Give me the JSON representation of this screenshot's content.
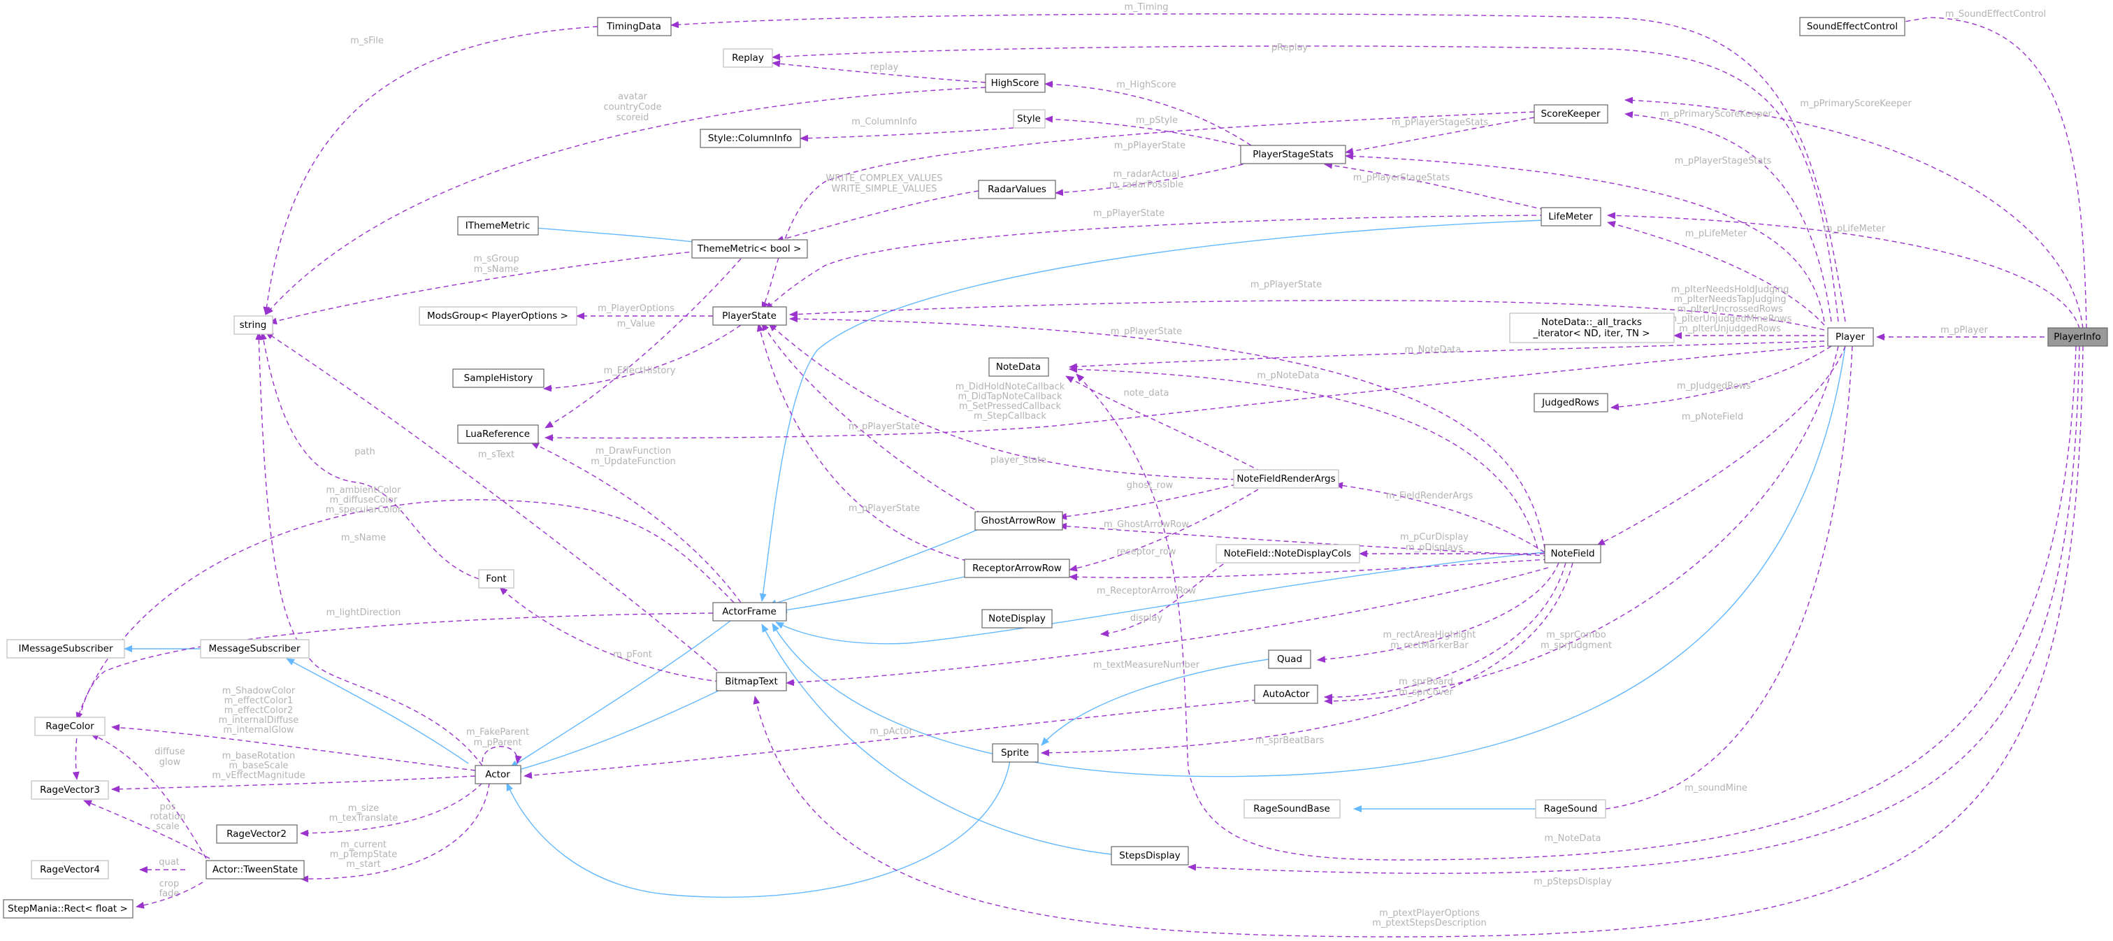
{
  "diagram_title": "PlayerInfo collaboration graph",
  "colors": {
    "usage_edge": "#9a32cd",
    "inheritance_edge": "#63b8ff",
    "label": "#b3b3b3",
    "focus_fill": "#999999"
  },
  "nodes": {
    "timingdata": "TimingData",
    "replay": "Replay",
    "highscore": "HighScore",
    "style": "Style",
    "style_columninfo": "Style::ColumnInfo",
    "radarvalues": "RadarValues",
    "ithememetric": "IThemeMetric",
    "thememetric_bool": "ThemeMetric< bool >",
    "string": "string",
    "modsgroup": "ModsGroup< PlayerOptions >",
    "playerstate": "PlayerState",
    "samplehistory": "SampleHistory",
    "luareference": "LuaReference",
    "notedata": "NoteData",
    "font": "Font",
    "imessagesubscriber": "IMessageSubscriber",
    "messagesubscriber": "MessageSubscriber",
    "ragecolor": "RageColor",
    "ragevector3": "RageVector3",
    "ragevector2": "RageVector2",
    "ragevector4": "RageVector4",
    "tweenstate": "Actor::TweenState",
    "rect_float": "StepMania::Rect< float >",
    "actor": "Actor",
    "actorframe": "ActorFrame",
    "bitmaptext": "BitmapText",
    "sprite": "Sprite",
    "stepsdisplay": "StepsDisplay",
    "ghostarrowrow": "GhostArrowRow",
    "receptorarrowrow": "ReceptorArrowRow",
    "notedisplay": "NoteDisplay",
    "notefieldrenderargs": "NoteFieldRenderArgs",
    "notedisplaycols": "NoteField::NoteDisplayCols",
    "quad": "Quad",
    "autoactor": "AutoActor",
    "ragesoundbase": "RageSoundBase",
    "ragesound": "RageSound",
    "playerstagestats": "PlayerStageStats",
    "scorekeeper": "ScoreKeeper",
    "lifemeter": "LifeMeter",
    "soundeffectcontrol": "SoundEffectControl",
    "alltracks_line1": "NoteData::_all_tracks",
    "alltracks_line2": "_iterator< ND, iter, TN >",
    "judgedrows": "JudgedRows",
    "notefield": "NoteField",
    "player": "Player",
    "playerinfo": "PlayerInfo"
  },
  "labels": {
    "m_timing": "m_Timing",
    "m_sfile": "m_sFile",
    "m_soundeffectcontrol": "m_SoundEffectControl",
    "preplay": "pReplay",
    "replay": "replay",
    "m_highscore": "m_HighScore",
    "avatar": "avatar",
    "countrycode": "countryCode",
    "scoreid": "scoreid",
    "m_columninfo": "m_ColumnInfo",
    "m_pstyle": "m_pStyle",
    "m_pprimaryscorekeeper_a": "m_pPrimaryScoreKeeper",
    "m_pprimaryscorekeeper_b": "m_pPrimaryScoreKeeper",
    "m_pplayerstate_sk": "m_pPlayerState",
    "m_pplayerstagestats_sk": "m_pPlayerStageStats",
    "write_complex": "WRITE_COMPLEX_VALUES",
    "write_simple": "WRITE_SIMPLE_VALUES",
    "m_radaractual": "m_radarActual",
    "m_radarpossible": "m_radarPossible",
    "m_pplayerstagestats_pl": "m_pPlayerStageStats",
    "m_pplayerstagestats_lm": "m_pPlayerStageStats",
    "m_pplayerstate_lm": "m_pPlayerState",
    "m_plifemeter_a": "m_pLifeMeter",
    "m_plifemeter_b": "m_pLifeMeter",
    "m_sgroup": "m_sGroup",
    "m_sname": "m_sName",
    "m_pplayerstate_pl": "m_pPlayerState",
    "m_piterneedsholdjudging": "m_pIterNeedsHoldJudging",
    "m_piterneedstapjudging": "m_pIterNeedsTapJudging",
    "m_piteruncrossedrows": "m_pIterUncrossedRows",
    "m_piterunjudgedminerows": "m_pIterUnjudgedMineRows",
    "m_piterunjudgedrows": "m_pIterUnjudgedRows",
    "m_pplayer": "m_pPlayer",
    "m_playeroptions": "m_PlayerOptions",
    "m_value": "m_Value",
    "m_pplayerstate_nf": "m_pPlayerState",
    "m_notedata_pl": "m_NoteData",
    "m_effecthistory": "m_EffectHistory",
    "m_pnotedata": "m_pNoteData",
    "m_judgedrows": "m_pJudgedRows",
    "m_didholdnotecallback": "m_DidHoldNoteCallback",
    "m_didtapnotecallback": "m_DidTapNoteCallback",
    "m_setpressedcallback": "m_SetPressedCallback",
    "m_stepcallback": "m_StepCallback",
    "note_data": "note_data",
    "m_pnotefield": "m_pNoteField",
    "m_pplayerstate_gar": "m_pPlayerState",
    "path": "path",
    "m_stext": "m_sText",
    "m_drawfunction": "m_DrawFunction",
    "m_updatefunction": "m_UpdateFunction",
    "player_state": "player_state",
    "ghost_row": "ghost_row",
    "m_fieldrenderargs": "m_FieldRenderArgs",
    "m_ambientcolor": "m_ambientColor",
    "m_diffusecolor": "m_diffuseColor",
    "m_specularcolor": "m_specularColor",
    "m_pplayerstate_rar": "m_pPlayerState",
    "m_ghostarrowrow": "m_GhostArrowRow",
    "m_pcurdisplay": "m_pCurDisplay",
    "m_pdisplays": "m_pDisplays",
    "receptor_row": "receptor_row",
    "m_snamelbl": "m_sName",
    "m_receptorarrowrow": "m_ReceptorArrowRow",
    "m_lightdirection": "m_lightDirection",
    "display": "display",
    "m_rectareahighlight": "m_rectAreaHighlight",
    "m_rectmarkerbar": "m_rectMarkerBar",
    "m_sprcombo": "m_sprCombo",
    "m_sprjudgment": "m_sprJudgment",
    "m_textmeasurenumber": "m_textMeasureNumber",
    "m_pfont": "m_pFont",
    "m_sprboard": "m_sprBoard",
    "m_sprcover": "m_sprCover",
    "m_fakeparent": "m_FakeParent",
    "m_pparent": "m_pParent",
    "m_shadowcolor": "m_ShadowColor",
    "m_effectcolor1": "m_effectColor1",
    "m_effectcolor2": "m_effectColor2",
    "m_internaldiffuse": "m_internalDiffuse",
    "m_internalglow": "m_internalGlow",
    "m_pactor": "m_pActor",
    "m_baserotation": "m_baseRotation",
    "m_basescale": "m_baseScale",
    "m_veffectmagnitude": "m_vEffectMagnitude",
    "diffuse": "diffuse",
    "glow": "glow",
    "m_sprbeatbars": "m_sprBeatBars",
    "m_size": "m_size",
    "m_texttranslate": "m_texTranslate",
    "pos": "pos",
    "rotation": "rotation",
    "scale": "scale",
    "m_soundmine": "m_soundMine",
    "quat": "quat",
    "m_current": "m_current",
    "m_ptempstate": "m_pTempState",
    "m_start": "m_start",
    "m_notedata_pi": "m_NoteData",
    "crop": "crop",
    "fade": "fade",
    "m_pstepsdisplay": "m_pStepsDisplay",
    "m_ptextplayeroptions": "m_ptextPlayerOptions",
    "m_ptextstepsdescription": "m_ptextStepsDescription"
  }
}
